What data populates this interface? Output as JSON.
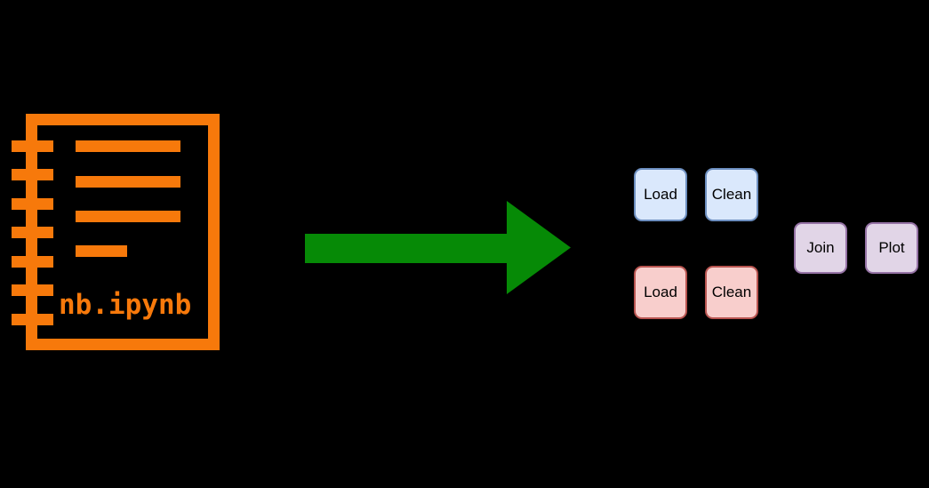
{
  "canvas": {
    "background": "#000000"
  },
  "notebook": {
    "filename": "nb.ipynb",
    "color": "#F7790B"
  },
  "arrow": {
    "color": "#068A06",
    "direction": "right"
  },
  "pipeline": {
    "tasks": [
      {
        "label": "Load",
        "fill": "#DAE8FC",
        "stroke": "#6C8EBF"
      },
      {
        "label": "Clean",
        "fill": "#DAE8FC",
        "stroke": "#6C8EBF"
      },
      {
        "label": "Load",
        "fill": "#F8CECC",
        "stroke": "#B85450"
      },
      {
        "label": "Clean",
        "fill": "#F8CECC",
        "stroke": "#B85450"
      },
      {
        "label": "Join",
        "fill": "#E1D5E7",
        "stroke": "#9673A6"
      },
      {
        "label": "Plot",
        "fill": "#E1D5E7",
        "stroke": "#9673A6"
      }
    ]
  }
}
